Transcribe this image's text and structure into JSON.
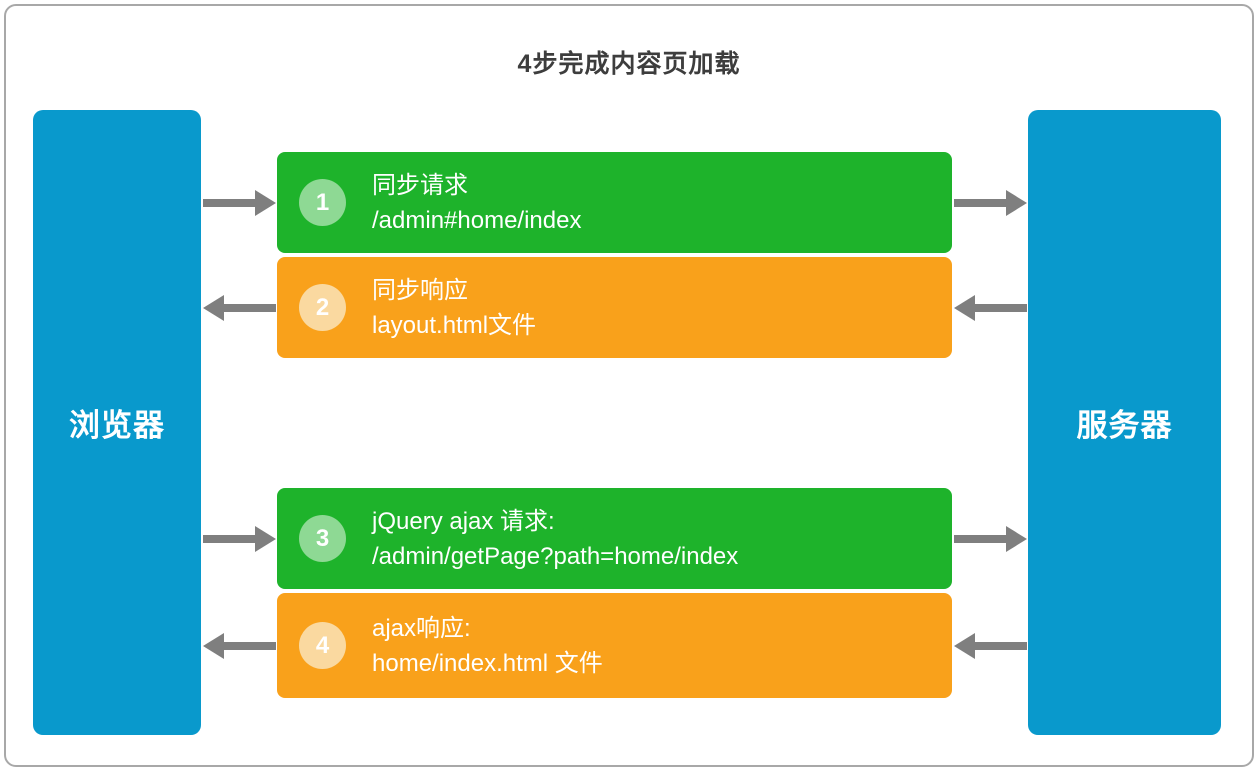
{
  "title": "4步完成内容页加载",
  "nodes": {
    "browser_label": "浏览器",
    "server_label": "服务器"
  },
  "steps": [
    {
      "num": "1",
      "line1": "同步请求",
      "line2": "/admin#home/index",
      "kind": "request",
      "direction": "browser-to-server"
    },
    {
      "num": "2",
      "line1": "同步响应",
      "line2": "layout.html文件",
      "kind": "response",
      "direction": "server-to-browser"
    },
    {
      "num": "3",
      "line1": "jQuery ajax 请求:",
      "line2": "/admin/getPage?path=home/index",
      "kind": "request",
      "direction": "browser-to-server"
    },
    {
      "num": "4",
      "line1": "ajax响应:",
      "line2": "home/index.html 文件",
      "kind": "response",
      "direction": "server-to-browser"
    }
  ],
  "colors": {
    "blue": "#0999cc",
    "green": "#1eb32b",
    "green_light": "#8ed994",
    "orange": "#f9a11b",
    "orange_light": "#fad9a0",
    "arrow_gray": "#7f7f7f",
    "border_gray": "#a8a8a8",
    "title_text": "#3d3d3d"
  }
}
